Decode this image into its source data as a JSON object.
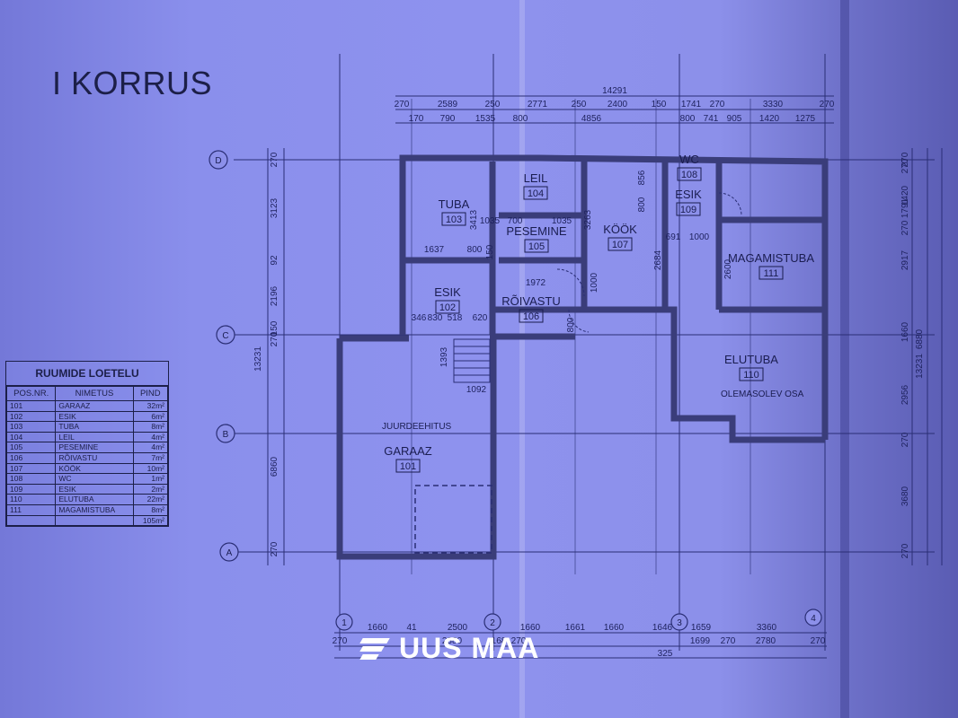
{
  "title": "I KORRUS",
  "logo": {
    "text": "UUS MAA"
  },
  "legend": {
    "title": "RUUMIDE LOETELU",
    "headers": [
      "POS.NR.",
      "NIMETUS",
      "PIND"
    ],
    "rows": [
      [
        "101",
        "GARAAZ",
        "32m²"
      ],
      [
        "102",
        "ESIK",
        "6m²"
      ],
      [
        "103",
        "TUBA",
        "8m²"
      ],
      [
        "104",
        "LEIL",
        "4m²"
      ],
      [
        "105",
        "PESEMINE",
        "4m²"
      ],
      [
        "106",
        "RÕIVASTU",
        "7m²"
      ],
      [
        "107",
        "KÖÖK",
        "10m²"
      ],
      [
        "108",
        "WC",
        "1m²"
      ],
      [
        "109",
        "ESIK",
        "2m²"
      ],
      [
        "110",
        "ELUTUBA",
        "22m²"
      ],
      [
        "111",
        "MAGAMISTUBA",
        "8m²"
      ],
      [
        "",
        "",
        "105m²"
      ]
    ]
  },
  "plan": {
    "rooms": [
      {
        "name": "TUBA",
        "num": "103"
      },
      {
        "name": "LEIL",
        "num": "104"
      },
      {
        "name": "PESEMINE",
        "num": "105"
      },
      {
        "name": "KÖÖK",
        "num": "107"
      },
      {
        "name": "WC",
        "num": "108"
      },
      {
        "name": "ESIK",
        "num": "109"
      },
      {
        "name": "MAGAMISTUBA",
        "num": "111"
      },
      {
        "name": "ESIK",
        "num": "102"
      },
      {
        "name": "RÕIVASTU",
        "num": "106"
      },
      {
        "name": "ELUTUBA",
        "num": "110"
      },
      {
        "name": "GARAAZ",
        "num": "101"
      }
    ],
    "notes": [
      "JUURDEEHITUS",
      "OLEMASOLEV OSA"
    ],
    "axes": [
      "D",
      "C",
      "B",
      "A",
      "1",
      "2",
      "3",
      "4"
    ],
    "dims_top_total": "14291",
    "dims_top_row1": [
      "270",
      "2589",
      "250",
      "2771",
      "250",
      "2400",
      "150",
      "1741",
      "270",
      "3330",
      "270"
    ],
    "dims_top_row2": [
      "170",
      "790",
      "1535",
      "800",
      "4856",
      "800",
      "741",
      "905",
      "1420",
      "1275"
    ],
    "dims_left": [
      "270",
      "3123",
      "92",
      "2196",
      "150",
      "270",
      "6860",
      "270",
      "13231"
    ],
    "dims_right": [
      "270",
      "1420",
      "1791",
      "270",
      "2917",
      "1660",
      "6880",
      "2956",
      "270",
      "3680",
      "270",
      "13231",
      "270"
    ],
    "dims_bottom_row1": [
      "1660",
      "41",
      "2500",
      "1660",
      "1661",
      "1660",
      "1646",
      "1659",
      "3360"
    ],
    "dims_bottom_row2": [
      "270",
      "2380",
      "168",
      "270",
      "1699",
      "270",
      "2780",
      "270"
    ],
    "dims_bottom_total": "325",
    "dims_inner": [
      "3413",
      "1035",
      "700",
      "1035",
      "1637",
      "800",
      "150",
      "3263",
      "856",
      "800",
      "691",
      "1000",
      "2684",
      "2600",
      "1972",
      "1000",
      "800",
      "1393",
      "1092",
      "346",
      "830",
      "518",
      "620"
    ]
  }
}
